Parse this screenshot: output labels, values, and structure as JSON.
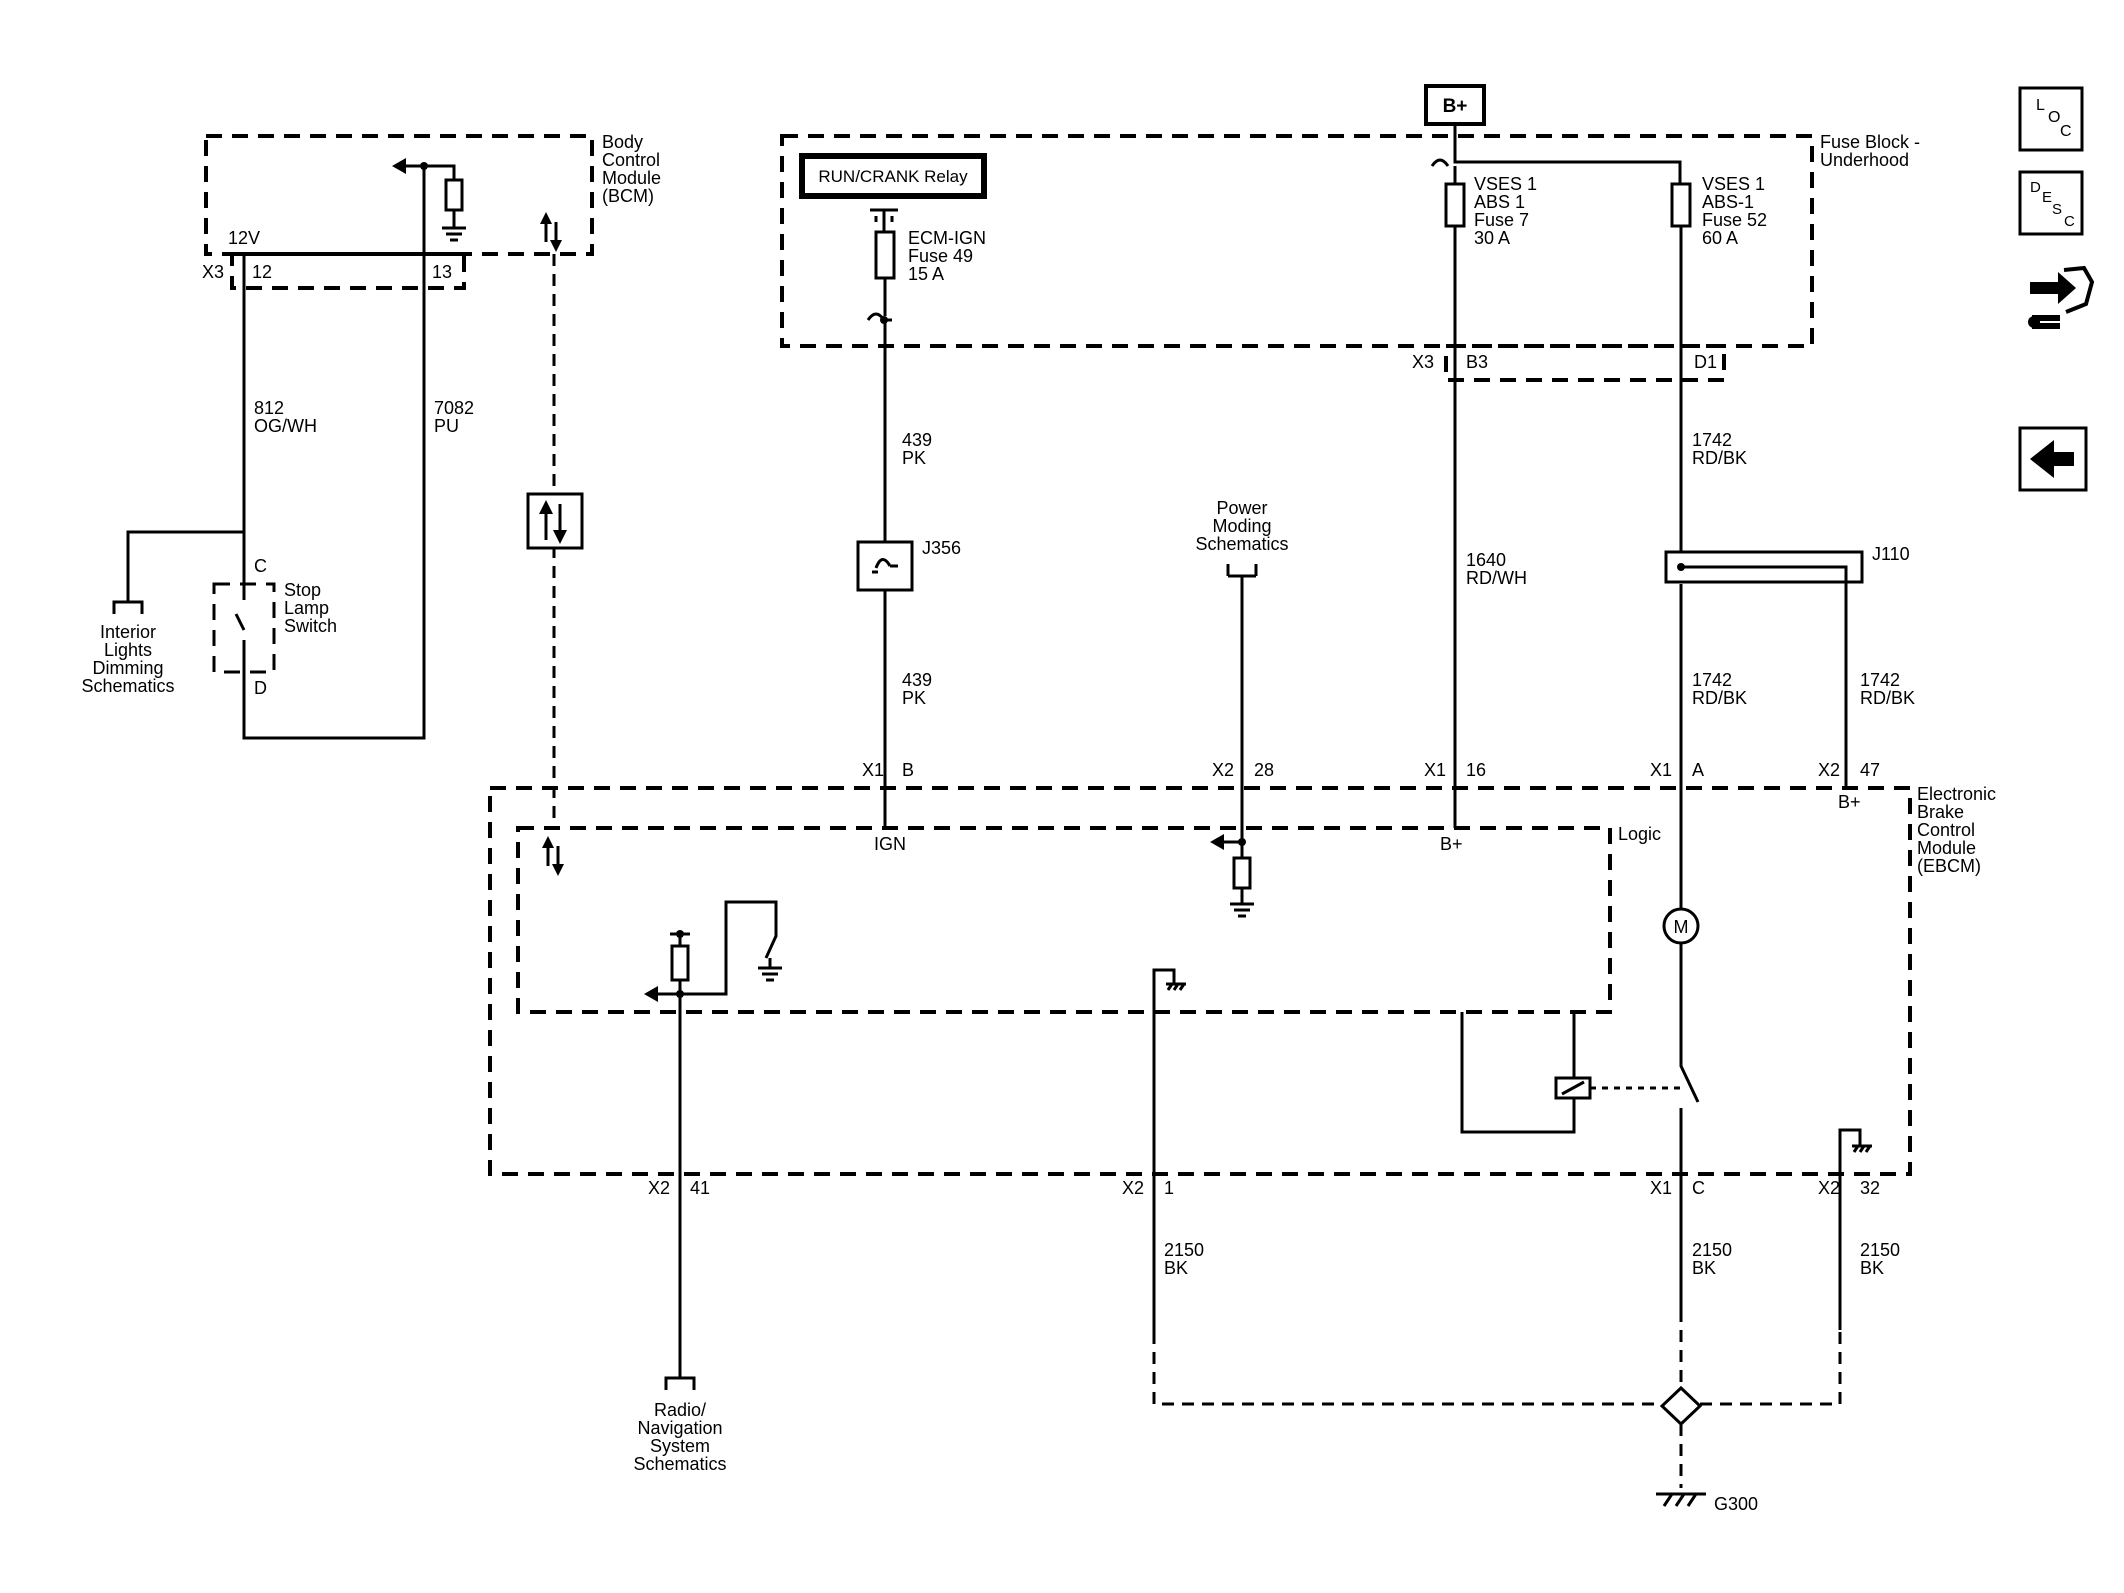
{
  "modules": {
    "bcm": [
      "Body",
      "Control",
      "Module",
      "(BCM)"
    ],
    "fuse_block": [
      "Fuse Block -",
      "Underhood"
    ],
    "ebcm": [
      "Electronic",
      "Brake",
      "Control",
      "Module",
      "(EBCM)"
    ],
    "logic": "Logic"
  },
  "power": {
    "bplus_top": "B+",
    "relay": "RUN/CRANK Relay",
    "fuse49": [
      "ECM-IGN",
      "Fuse 49",
      "15 A"
    ],
    "fuse7": [
      "VSES 1",
      "ABS 1",
      "Fuse 7",
      "30 A"
    ],
    "fuse52": [
      "VSES 1",
      "ABS-1",
      "Fuse 52",
      "60 A"
    ]
  },
  "connectors": {
    "x3": "X3",
    "c12": "12",
    "c13": "13",
    "v12": "12V",
    "fb_x3": "X3",
    "b3": "B3",
    "d1": "D1",
    "e_x1_b": "X1",
    "e_b": "B",
    "e_x2_28": "X2",
    "e_28": "28",
    "e_x1_16": "X1",
    "e_16": "16",
    "e_x1_a": "X1",
    "e_a": "A",
    "e_x2_47": "X2",
    "e_47": "47",
    "b_x2_41": "X2",
    "b_41": "41",
    "b_x2_1": "X2",
    "b_1": "1",
    "b_x1_c": "X1",
    "b_c": "C",
    "b_x2_32": "X2",
    "b_32": "32",
    "sw_c": "C",
    "sw_d": "D"
  },
  "wires": {
    "w812": [
      "812",
      "OG/WH"
    ],
    "w7082": [
      "7082",
      "PU"
    ],
    "w439a": [
      "439",
      "PK"
    ],
    "w439b": [
      "439",
      "PK"
    ],
    "w1640": [
      "1640",
      "RD/WH"
    ],
    "w1742a": [
      "1742",
      "RD/BK"
    ],
    "w1742b": [
      "1742",
      "RD/BK"
    ],
    "w1742c": [
      "1742",
      "RD/BK"
    ],
    "w2150a": [
      "2150",
      "BK"
    ],
    "w2150b": [
      "2150",
      "BK"
    ],
    "w2150c": [
      "2150",
      "BK"
    ]
  },
  "components": {
    "stop_lamp": [
      "Stop",
      "Lamp",
      "Switch"
    ],
    "j356": "J356",
    "j110": "J110",
    "g300": "G300",
    "motor": "M"
  },
  "internal": {
    "ign": "IGN",
    "bplus_logic": "B+",
    "bplus_ebcm": "B+"
  },
  "references": {
    "interior": [
      "Interior",
      "Lights",
      "Dimming",
      "Schematics"
    ],
    "power_moding": [
      "Power",
      "Moding",
      "Schematics"
    ],
    "radio": [
      "Radio/",
      "Navigation",
      "System",
      "Schematics"
    ]
  },
  "nav": {
    "loc": [
      "L",
      "O",
      "C"
    ],
    "desc": [
      "D",
      "E",
      "S",
      "C"
    ],
    "icons": [
      "loc-icon",
      "desc-icon",
      "connector-icon",
      "back-arrow-icon"
    ]
  }
}
